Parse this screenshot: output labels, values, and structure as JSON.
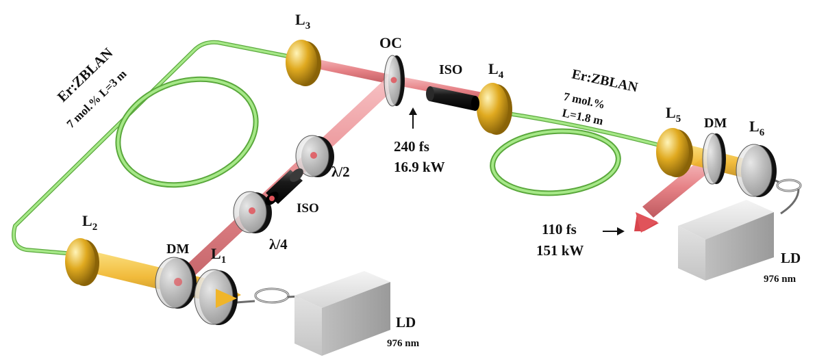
{
  "labels": {
    "L1": "L",
    "L1_sub": "1",
    "L2": "L",
    "L2_sub": "2",
    "L3": "L",
    "L3_sub": "3",
    "L4": "L",
    "L4_sub": "4",
    "L5": "L",
    "L5_sub": "5",
    "L6": "L",
    "L6_sub": "6",
    "OC": "OC",
    "ISO_main": "ISO",
    "ISO_left": "ISO",
    "half_wave": "λ/2",
    "quarter_wave": "λ/4",
    "DM_left": "DM",
    "DM_right": "DM",
    "LD_left": "LD",
    "LD_left_wavelength": "976 nm",
    "LD_right": "LD",
    "LD_right_wavelength": "976 nm"
  },
  "fibers": {
    "left_name": "Er:ZBLAN",
    "left_params": "7 mol.% L=3 m",
    "right_name": "Er:ZBLAN",
    "right_conc": "7 mol.%",
    "right_length": "L=1.8 m"
  },
  "pulses": {
    "oscillator_duration": "240 fs",
    "oscillator_power": "16.9 kW",
    "amplified_duration": "110 fs",
    "amplified_power": "151 kW"
  },
  "colors": {
    "fiber": "#7ed35a",
    "signal_beam": "#e6787c",
    "pump_beam": "#f5c23c",
    "lens_gold": "#d9a21a",
    "component_black": "#111111",
    "diode_box": "#d9d9d9"
  }
}
